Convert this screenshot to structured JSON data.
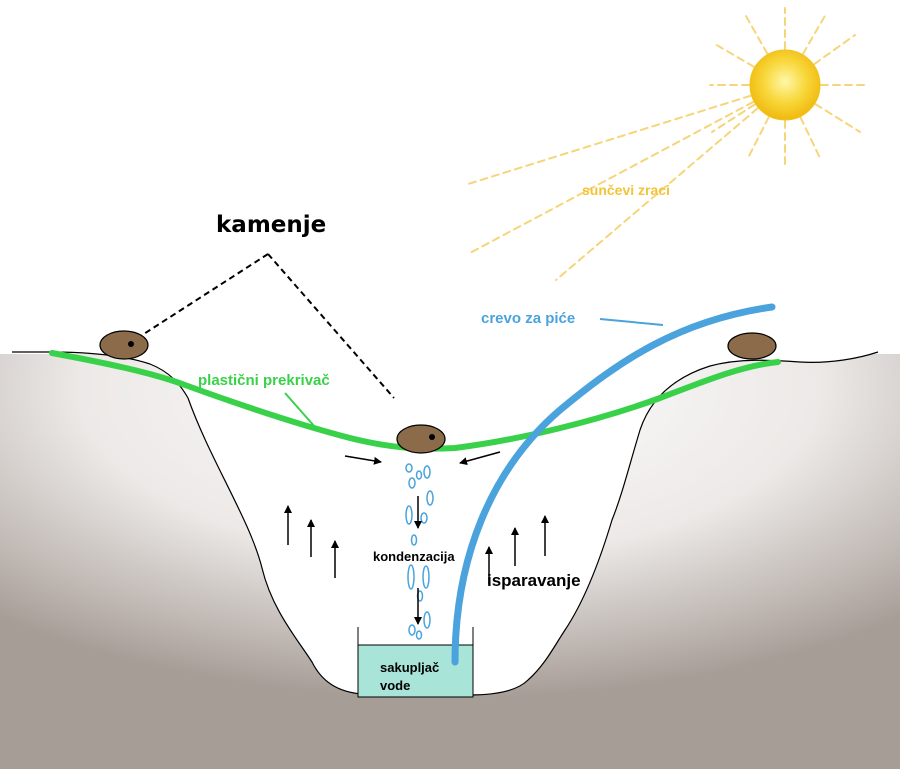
{
  "labels": {
    "stones": "kamenje",
    "sun_rays": "sunčevi zraci",
    "drinking_hose": "crevo za piće",
    "plastic_cover": "plastični prekrivač",
    "condensation": "kondenzacija",
    "evaporation": "isparavanje",
    "collector_line1": "sakupljač",
    "collector_line2": "vode"
  },
  "colors": {
    "sun": "#f5c518",
    "sun_rays": "#f6d57a",
    "plastic_cover": "#3ad14a",
    "hose": "#4aa3dc",
    "collector": "#a8e4d8",
    "droplets": "#4aa3dc",
    "stone": "#8b6b4a",
    "soil_shadow": "#b0a8a3"
  },
  "icons": [
    "sun-icon",
    "stone-icon",
    "water-droplet-icon",
    "arrow-icon"
  ]
}
